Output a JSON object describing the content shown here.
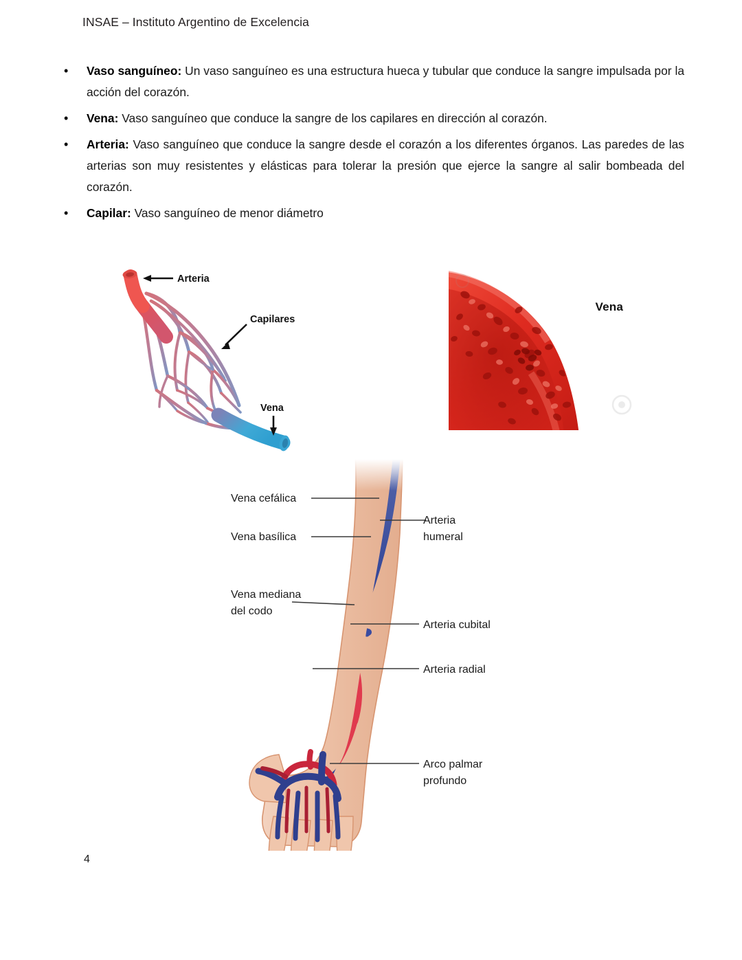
{
  "document": {
    "header": "INSAE – Instituto Argentino de Excelencia",
    "page_number": "4"
  },
  "bullets": [
    {
      "term": "Vaso sanguíneo:",
      "definition": " Un vaso sanguíneo es una estructura hueca y tubular que conduce la sangre impulsada por la acción del corazón."
    },
    {
      "term": "Vena:",
      "definition": " Vaso sanguíneo que conduce la sangre de los capilares en dirección al corazón."
    },
    {
      "term": "Arteria:",
      "definition": " Vaso sanguíneo que conduce la sangre desde el corazón a los diferentes órganos. Las paredes de las arterias son muy resistentes y elásticas para tolerar la presión que ejerce la sangre al salir bombeada del corazón."
    },
    {
      "term": "Capilar:",
      "definition": " Vaso sanguíneo de menor diámetro"
    }
  ],
  "figures": {
    "capillary_bed": {
      "labels": {
        "artery": "Arteria",
        "capillaries": "Capilares",
        "vein": "Vena"
      },
      "colors": {
        "artery": "#e8423f",
        "vein": "#35a8d8",
        "capillary": "#c07b8e"
      }
    },
    "vein_photo": {
      "label": "Vena",
      "colors": {
        "wall": "#e02b22",
        "lumen": "#b51510"
      }
    },
    "arm": {
      "labels": {
        "cephalic_vein": "Vena cefálica",
        "basilic_vein": "Vena basílica",
        "median_cubital_vein_line1": "Vena mediana",
        "median_cubital_vein_line2": "del codo",
        "brachial_artery_line1": "Arteria",
        "brachial_artery_line2": "humeral",
        "ulnar_artery": "Arteria cubital",
        "radial_artery": "Arteria radial",
        "deep_palmar_arch_line1": "Arco palmar",
        "deep_palmar_arch_line2": "profundo"
      },
      "colors": {
        "skin": "#edc0a6",
        "skin_edge": "#d9926b",
        "vein": "#33459a",
        "artery": "#e03a4e",
        "leader": "#3a3a3a"
      }
    }
  }
}
